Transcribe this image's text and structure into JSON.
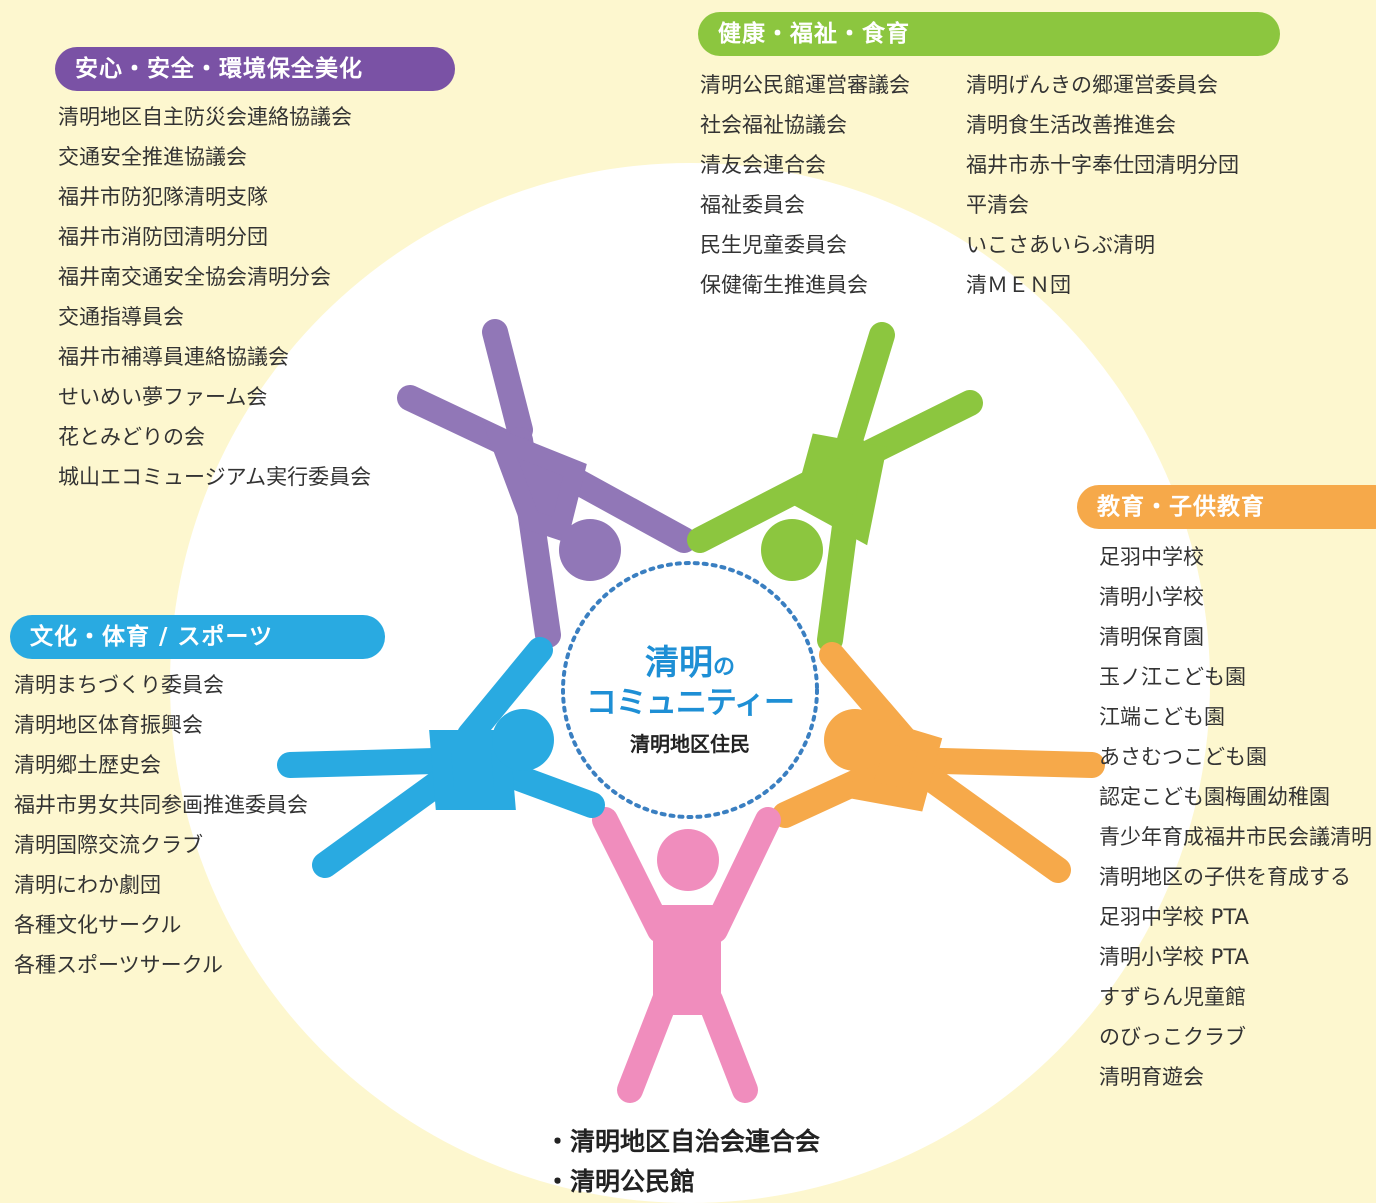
{
  "colors": {
    "background": "#fdf7cf",
    "purple": "#9177b7",
    "green": "#8cc63f",
    "orange": "#f6a94a",
    "pink": "#f08dbd",
    "blue": "#29aae1",
    "purple_label": "#7a52a5",
    "center_title": "#1e8fd5",
    "center_ring": "#3a7fc1"
  },
  "center": {
    "title_main": "清明",
    "title_particle": "の",
    "title_line2": "コミュニティー",
    "subtitle": "清明地区住民"
  },
  "groups": {
    "safety": {
      "label": "安心・安全・環境保全美化",
      "items": [
        "清明地区自主防災会連絡協議会",
        "交通安全推進協議会",
        "福井市防犯隊清明支隊",
        "福井市消防団清明分団",
        "福井南交通安全協会清明分会",
        "交通指導員会",
        "福井市補導員連絡協議会",
        "せいめい夢ファーム会",
        "花とみどりの会",
        "城山エコミュージアム実行委員会"
      ]
    },
    "health": {
      "label": "健康・福祉・食育",
      "items_col1": [
        "清明公民館運営審議会",
        "社会福祉協議会",
        "清友会連合会",
        "福祉委員会",
        "民生児童委員会",
        "保健衛生推進員会"
      ],
      "items_col2": [
        "清明げんきの郷運営委員会",
        "清明食生活改善推進会",
        "福井市赤十字奉仕団清明分団",
        "平清会",
        "いこさあいらぶ清明",
        "清ＭＥＮ団"
      ]
    },
    "education": {
      "label": "教育・子供教育",
      "items": [
        "足羽中学校",
        "清明小学校",
        "清明保育園",
        "玉ノ江こども園",
        "江端こども園",
        "あさむつこども園",
        "認定こども園梅圃幼稚園",
        "青少年育成福井市民会議清明",
        "清明地区の子供を育成する",
        "足羽中学校 PTA",
        "清明小学校 PTA",
        "すずらん児童館",
        "のびっこクラブ",
        "清明育遊会"
      ]
    },
    "culture": {
      "label": "文化・体育 / スポーツ",
      "items": [
        "清明まちづくり委員会",
        "清明地区体育振興会",
        "清明郷土歴史会",
        "福井市男女共同参画推進委員会",
        "清明国際交流クラブ",
        "清明にわか劇団",
        "各種文化サークル",
        "各種スポーツサークル"
      ]
    }
  },
  "bottom": {
    "items": [
      "・清明地区自治会連合会",
      "・清明公民館"
    ]
  }
}
